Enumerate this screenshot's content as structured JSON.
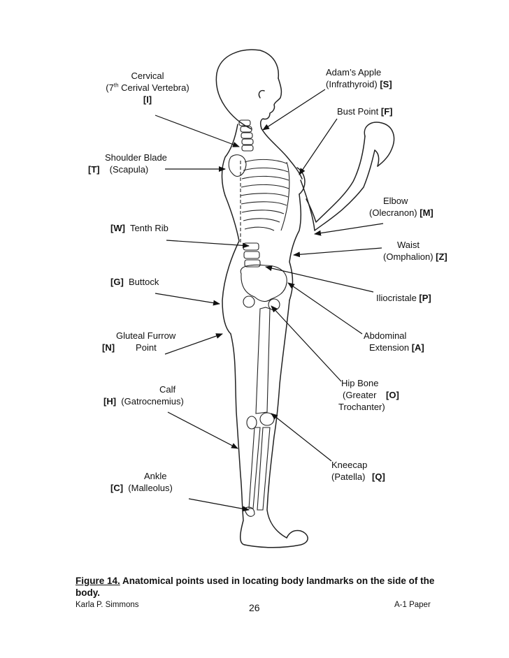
{
  "labels": {
    "cervical": {
      "name": "Cervical",
      "pre": "(7",
      "sup": "th",
      "post": " Cerival Vertebra)",
      "code": "[I]"
    },
    "shoulder": {
      "name": "Shoulder Blade",
      "code": "[T]",
      "sub": "(Scapula)"
    },
    "tenth_rib": {
      "code": "[W]",
      "name": "Tenth Rib"
    },
    "buttock": {
      "code": "[G]",
      "name": "Buttock"
    },
    "gluteal": {
      "name": "Gluteal Furrow",
      "code": "[N]",
      "sub": "Point"
    },
    "calf": {
      "name": "Calf",
      "code": "[H]",
      "sub": "(Gatrocnemius)"
    },
    "ankle": {
      "name": "Ankle",
      "code": "[C]",
      "sub": "(Malleolus)"
    },
    "adams_apple": {
      "name": "Adam’s Apple",
      "sub": "(Infrathyroid)",
      "code": "[S]"
    },
    "bust_point": {
      "name": "Bust Point",
      "code": "[F]"
    },
    "elbow": {
      "name": "Elbow",
      "sub": "(Olecranon)",
      "code": "[M]"
    },
    "waist": {
      "name": "Waist",
      "sub": "(Omphalion)",
      "code": "[Z]"
    },
    "iliocristale": {
      "name": "Iliocristale",
      "code": "[P]"
    },
    "abdominal": {
      "name": "Abdominal",
      "sub": "Extension",
      "code": "[A]"
    },
    "hip_bone": {
      "name": "Hip Bone",
      "sub": "(Greater",
      "code": "[O]",
      "sub2": "Trochanter)"
    },
    "kneecap": {
      "name": "Kneecap",
      "sub": "(Patella)",
      "code": "[Q]"
    }
  },
  "caption": {
    "figure": "Figure 14.",
    "text": "  Anatomical points used in locating body landmarks on the side of the body."
  },
  "footer": {
    "author": "Karla P. Simmons",
    "page": "26",
    "paper": "A-1 Paper"
  }
}
